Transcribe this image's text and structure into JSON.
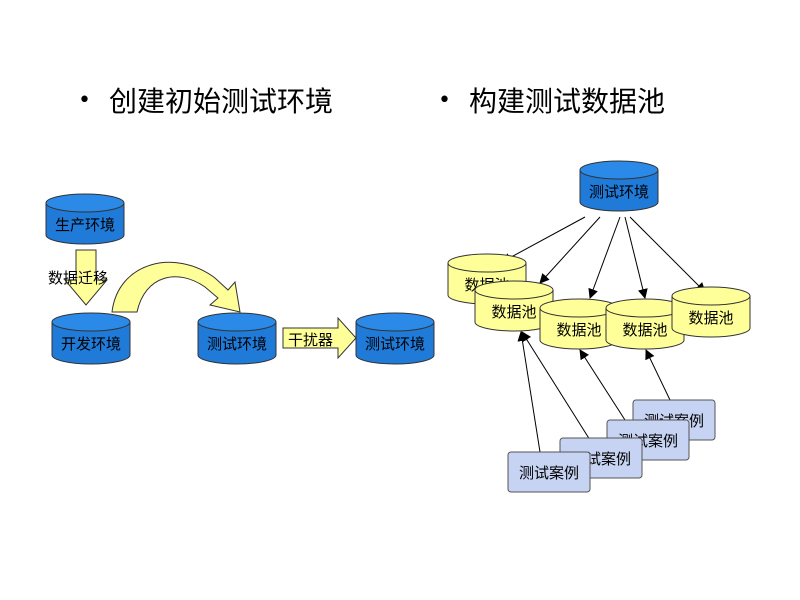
{
  "bullets": {
    "left": "创建初始测试环境",
    "right": "构建测试数据池"
  },
  "left_diagram": {
    "prod_env": "生产环境",
    "migrate_label": "数据迁移",
    "dev_env": "开发环境",
    "test_env_1": "测试环境",
    "interferer": "干扰器",
    "test_env_2": "测试环境"
  },
  "right_diagram": {
    "test_env": "测试环境",
    "pools": [
      "数据池",
      "数据池",
      "数据池",
      "数据池",
      "数据池"
    ],
    "cases": [
      "测试案例",
      "测试案例",
      "测试案例",
      "测试案例"
    ]
  },
  "colors": {
    "db_blue": "#1f7ad8",
    "db_blue_top": "#2b8ae8",
    "pool_yellow": "#ffff99",
    "card_bg": "#c7d3f3",
    "arrow_yellow": "#ffff99"
  }
}
